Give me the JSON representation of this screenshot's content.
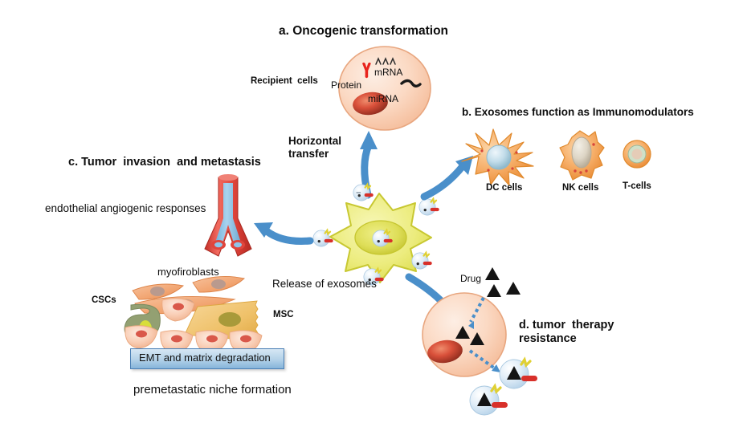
{
  "figure": {
    "title_a": "a. Oncogenic transformation",
    "title_b": "b. Exosomes function as Immunomodulators",
    "title_c": "c. Tumor  invasion  and metastasis",
    "title_d": "d. tumor  therapy\nresistance"
  },
  "labels": {
    "recipient_cells": "Recipient  cells",
    "protein": "Protein",
    "mrna": "mRNA",
    "mirna": "miRNA",
    "horizontal_transfer": "Horizontal\ntransfer",
    "endothelial": "endothelial angiogenic responses",
    "release_of_exosomes": "Release of exosomes",
    "myofibroblasts": "myofiroblasts",
    "cscs": "CSCs",
    "msc": "MSC",
    "emt_box": "EMT and matrix degradation",
    "premetastatic": "premetastatic niche formation",
    "drug": "Drug",
    "dc_cells": "DC cells",
    "nk_cells": "NK cells",
    "t_cells": "T-cells"
  },
  "colors": {
    "arrow_blue": "#4a8fca",
    "cell_pink": "#f9cdb4",
    "cell_pink_edge": "#e8a67f",
    "nucleus_red": "#d94f3d",
    "tumor_yellow": "#e8e86a",
    "tumor_yellow_edge": "#c8c832",
    "immune_orange": "#f39b4d",
    "vessel_red": "#e0453c",
    "vessel_lumen": "#8fc4e8",
    "exosome_blue": "#cfe2f3",
    "emt_box_blue": "#b8d4ea",
    "emt_box_edge": "#4a7fb5",
    "msc_yellow": "#f0c674",
    "csc_green": "#8f9a6b",
    "myofibroblast_orange": "#f0a878",
    "drug_black": "#141414",
    "marker_yellow": "#e8d83a",
    "marker_red": "#d8302a"
  }
}
